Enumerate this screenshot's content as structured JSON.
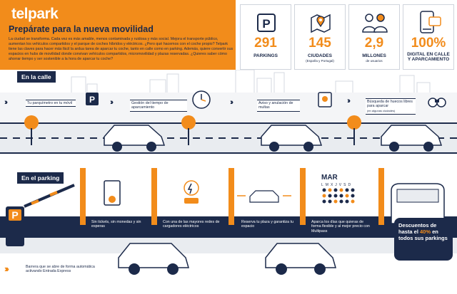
{
  "header": {
    "logo": "telpark",
    "title": "Prepárate para la nueva movilidad",
    "intro": "La ciudad se transforma. Cada vez es más amable, menos contaminada y ruidosa y más social. Mejora el transporte público, aumentan los vehículos compartidos y el parque de coches híbridos y eléctricos. ¿Pero qué hacemos con el coche propio? Telpark tiene las claves para hacer más fácil la ardua tarea de aparcar tu coche, tanto en calle como en parking. Además, quiere convertir sus espacios en hubs de movilidad donde convivan vehículos compartidos, micromovilidad y plazas reservadas. ¿Quieres saber cómo ahorrar tiempo y ser sostenible a la hora de aparcar tu coche?"
  },
  "stats": [
    {
      "number": "291",
      "label": "PARKINGS",
      "sub": "",
      "icon": "parking-sign-icon"
    },
    {
      "number": "145",
      "label": "CIUDADES",
      "sub": "(España y Portugal)",
      "icon": "map-pin-icon"
    },
    {
      "number": "2,9",
      "label": "MILLONES",
      "sub": "de usuarios",
      "icon": "users-icon"
    },
    {
      "number": "100%",
      "label": "DIGITAL EN CALLE Y APARCAMIENTO",
      "sub": "",
      "icon": "phone-icon"
    }
  ],
  "street": {
    "tag": "En la calle",
    "steps": [
      "Tu parquímetro en tu móvil",
      "Gestión del tiempo de aparcamiento",
      "Aviso y anulación de multas",
      "Búsqueda de huecos libres para aparcar"
    ],
    "step_note": "(en algunas ciudades)"
  },
  "parking": {
    "tag": "En el parking",
    "sign": "P",
    "calendar_month": "MAR",
    "calendar_days": [
      "L",
      "M",
      "X",
      "J",
      "V",
      "S",
      "D"
    ],
    "features": [
      "Sin tickets, sin monedas y sin esperas",
      "Con una de las mayores redes de cargadores eléctricos",
      "Reserva tu plaza y garantiza tu espacio",
      "Aparca los días que quieras de forma flexible y al mejor precio con Multipass"
    ],
    "bottom_note": "Barrera que se abre de forma automática activando Entrada Express",
    "promo": {
      "prefix": "Descuentos de hasta el ",
      "highlight": "40%",
      "suffix": " en todos sus parkings"
    }
  },
  "colors": {
    "accent": "#f28c1b",
    "navy": "#1c2a4a",
    "road": "#e9ecf0"
  }
}
